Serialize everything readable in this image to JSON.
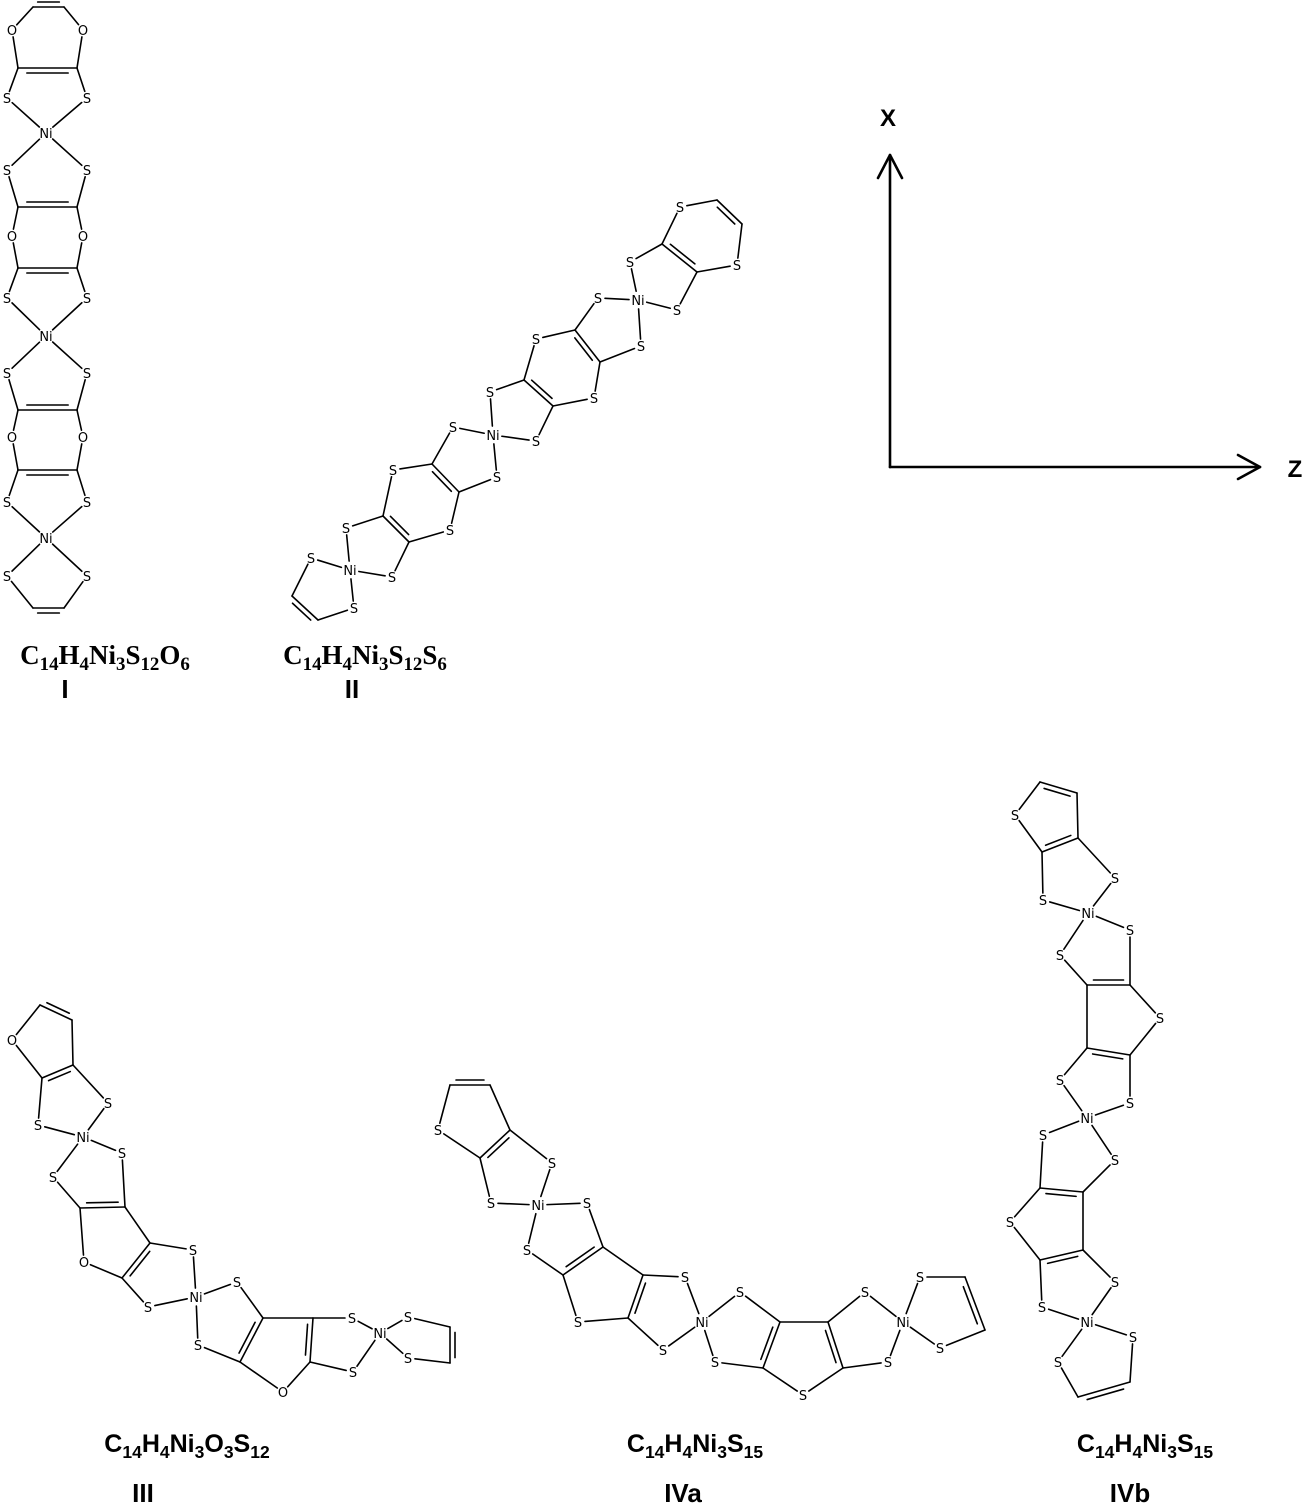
{
  "axes": {
    "x_label": "X",
    "z_label": "Z"
  },
  "compounds": [
    {
      "id": "I",
      "formula": {
        "parts": [
          "C",
          "14",
          "H",
          "4",
          "Ni",
          "3",
          "S",
          "12",
          "O",
          "6"
        ]
      },
      "label": "I"
    },
    {
      "id": "II",
      "formula": {
        "parts": [
          "C",
          "14",
          "H",
          "4",
          "Ni",
          "3",
          "S",
          "12",
          "S",
          "6"
        ]
      },
      "label": "II"
    },
    {
      "id": "III",
      "formula": {
        "parts": [
          "C",
          "14",
          "H",
          "4",
          "Ni",
          "3",
          "O",
          "3",
          "S",
          "12"
        ]
      },
      "label": "III"
    },
    {
      "id": "IVa",
      "formula": {
        "parts": [
          "C",
          "14",
          "H",
          "4",
          "Ni",
          "3",
          "S",
          "15"
        ]
      },
      "label": "IVa"
    },
    {
      "id": "IVb",
      "formula": {
        "parts": [
          "C",
          "14",
          "H",
          "4",
          "Ni",
          "3",
          "S",
          "15"
        ]
      },
      "label": "IVb"
    }
  ],
  "atom_labels": {
    "S": "S",
    "O": "O",
    "Ni": "Ni"
  }
}
